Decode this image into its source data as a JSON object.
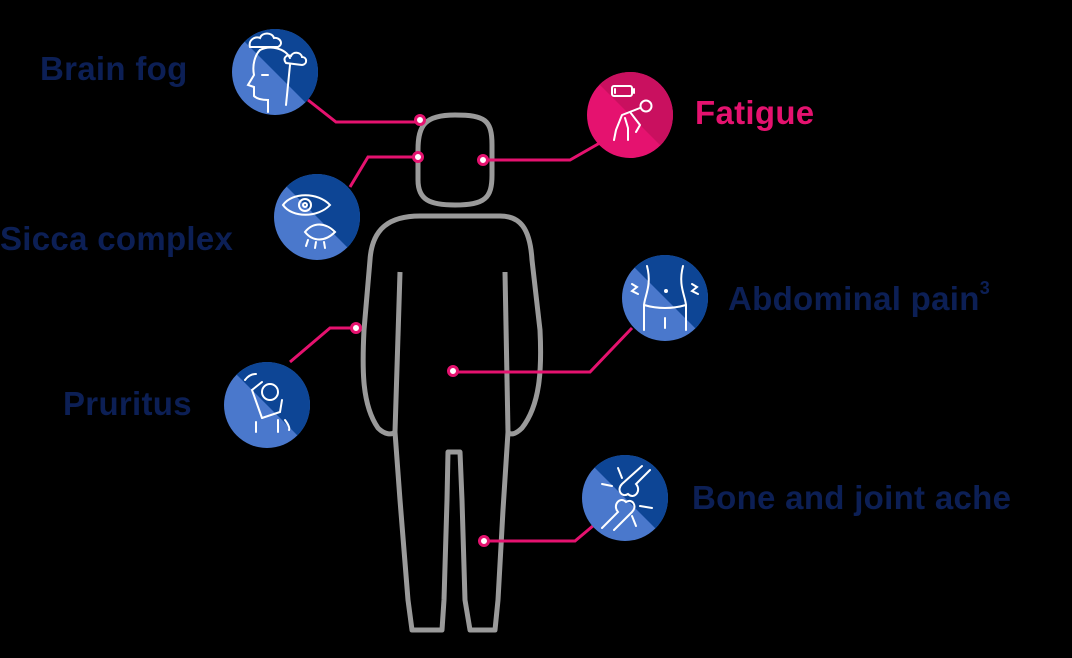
{
  "symptoms": [
    {
      "id": "brain-fog",
      "label": "Brain fog",
      "color": "#0c1f55"
    },
    {
      "id": "fatigue",
      "label": "Fatigue",
      "color": "#e5126f"
    },
    {
      "id": "sicca",
      "label": "Sicca complex",
      "color": "#0c1f55"
    },
    {
      "id": "abdominal",
      "label": "Abdominal pain",
      "sup": "3",
      "color": "#0c1f55"
    },
    {
      "id": "pruritus",
      "label": "Pruritus",
      "color": "#0c1f55"
    },
    {
      "id": "bone",
      "label": "Bone and joint ache",
      "color": "#0c1f55"
    }
  ],
  "colors": {
    "background": "#000000",
    "label_navy": "#0c1f55",
    "accent_pink": "#e5126f",
    "icon_blue_light": "#4a78cc",
    "icon_blue_dark": "#0d4595",
    "body_outline": "#9a9a9a"
  }
}
